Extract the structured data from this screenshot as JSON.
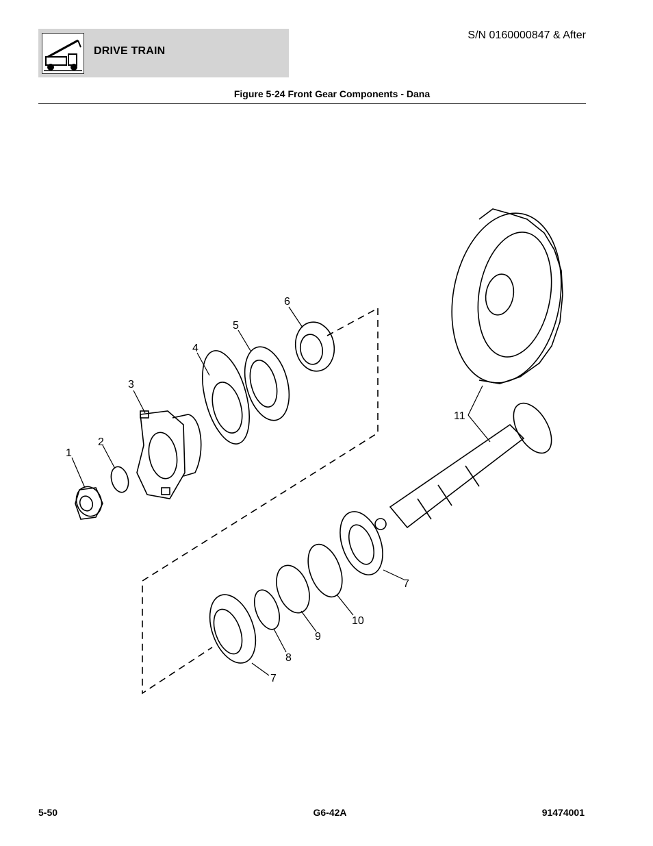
{
  "header": {
    "section_title": "DRIVE TRAIN",
    "serial": "S/N 0160000847 & After",
    "icon": "telehandler-icon"
  },
  "figure": {
    "title": "Figure 5-24 Front Gear Components - Dana",
    "callouts": [
      "1",
      "2",
      "3",
      "4",
      "5",
      "6",
      "11",
      "7",
      "10",
      "9",
      "8",
      "7"
    ]
  },
  "footer": {
    "page": "5-50",
    "model": "G6-42A",
    "doc_number": "91474001"
  }
}
